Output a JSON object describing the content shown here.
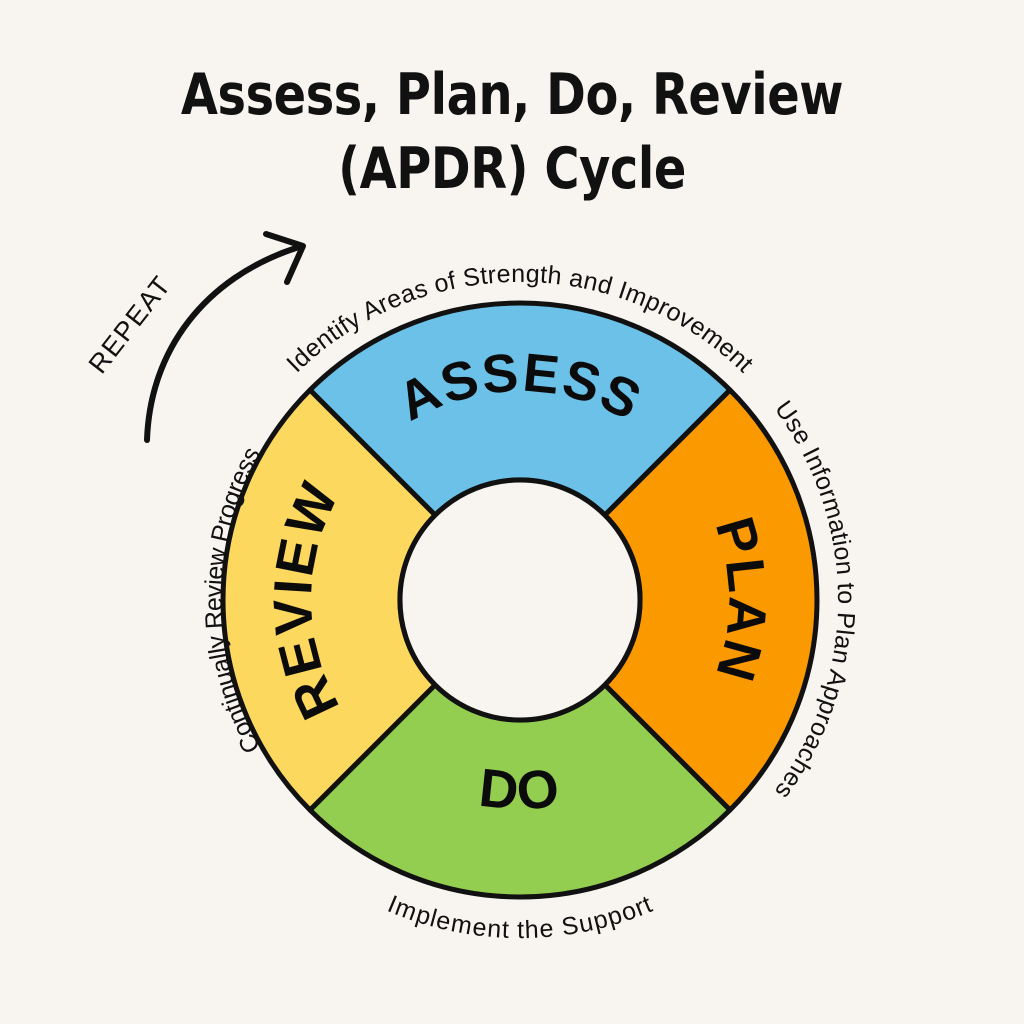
{
  "title": {
    "line1": "Assess, Plan, Do, Review",
    "line2": "(APDR) Cycle"
  },
  "repeat": {
    "label": "REPEAT",
    "arrow_icon": "curved-arrow-clockwise-icon"
  },
  "colors": {
    "background": "#F8F4F0",
    "hub": "#F8F4F0",
    "outline": "#111111",
    "assess": "#6CC1E8",
    "plan": "#FB9900",
    "do": "#94CE50",
    "review": "#FCD85F",
    "text": "#111111"
  },
  "chart_data": {
    "type": "pie",
    "title": "Assess, Plan, Do, Review (APDR) Cycle",
    "subtitle": "",
    "donut": true,
    "inner_radius": 120,
    "outer_radius": 297,
    "center": [
      520,
      600
    ],
    "legend": "none",
    "categories": [
      "ASSESS",
      "PLAN",
      "DO",
      "REVIEW"
    ],
    "values": [
      25,
      25,
      25,
      25
    ],
    "start_angle_deg": -45,
    "direction": "clockwise",
    "slices": [
      {
        "name": "ASSESS",
        "label": "ASSESS",
        "value": 25,
        "color": "#6CC1E8",
        "outer_caption": "Identify Areas of Strength and Improvement",
        "position": "top"
      },
      {
        "name": "PLAN",
        "label": "PLAN",
        "value": 25,
        "color": "#FB9900",
        "outer_caption": "Use Information to Plan Approaches",
        "position": "right"
      },
      {
        "name": "DO",
        "label": "DO",
        "value": 25,
        "color": "#94CE50",
        "outer_caption": "Implement the Support",
        "position": "bottom"
      },
      {
        "name": "REVIEW",
        "label": "REVIEW",
        "value": 25,
        "color": "#FCD85F",
        "outer_caption": "Continually Review Progress",
        "position": "left"
      }
    ],
    "annotations": [
      {
        "text": "REPEAT",
        "position": "upper-left",
        "type": "curved-arrow"
      }
    ]
  }
}
